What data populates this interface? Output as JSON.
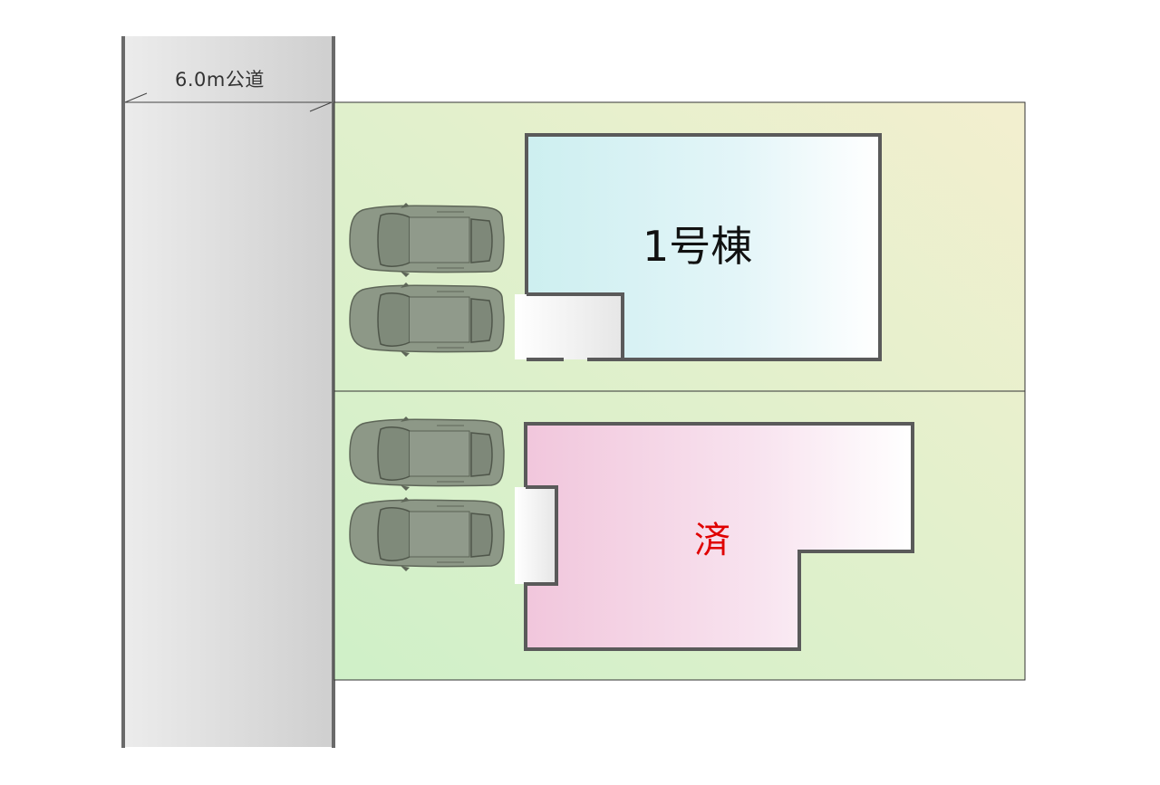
{
  "road": {
    "label": "6.0m公道"
  },
  "lots": [
    {
      "building_label": "1号棟",
      "status": "available"
    },
    {
      "building_label": "済",
      "status": "sold",
      "label_color": "#e00000"
    }
  ],
  "colors": {
    "road": "#d6d6d6",
    "lot_green": "#d8f0c8",
    "lot_yellow": "#f1efce",
    "building1_left": "#cfeff0",
    "building2_left": "#f2c8de",
    "car": "#8e9a88",
    "wall": "#555555"
  },
  "icons": [
    "car-icon",
    "car-icon",
    "car-icon",
    "car-icon"
  ]
}
